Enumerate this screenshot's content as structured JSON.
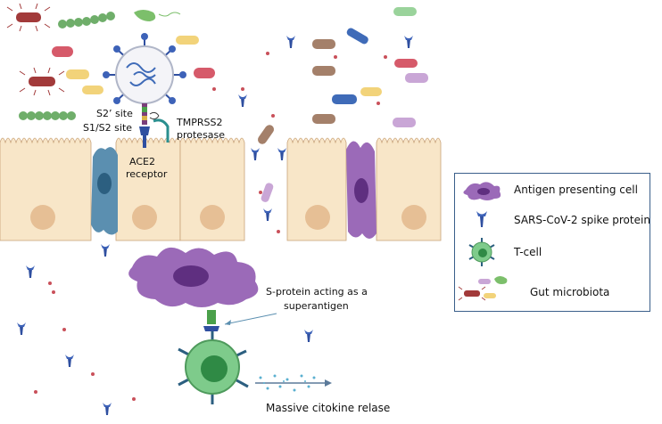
{
  "labels": {
    "s2_site": "S2’ site",
    "s1s2_site": "S1/S2 site",
    "ace2_line1": "ACE2",
    "ace2_line2": "receptor",
    "tmprss2_line1": "TMPRSS2",
    "tmprss2_line2": "protesase",
    "superantigen_line1": "S-protein acting as a",
    "superantigen_line2": "superantigen",
    "cytokine": "Massive citokine relase"
  },
  "legend": {
    "items": [
      {
        "label": "Antigen presenting cell",
        "icon": "apc-icon"
      },
      {
        "label": "SARS-CoV-2 spike protein",
        "icon": "spike-protein-icon"
      },
      {
        "label": "T-cell",
        "icon": "t-cell-icon"
      },
      {
        "label": "Gut microbiota",
        "icon": "microbiota-icon"
      }
    ]
  },
  "colors": {
    "epithelium": "#f8e6c8",
    "nucleus": "#e6bf95",
    "apc": "#9b6ab8",
    "tcell": "#7ecb8b",
    "spike": "#2f4fa0",
    "legend_border": "#3a5f8a"
  }
}
